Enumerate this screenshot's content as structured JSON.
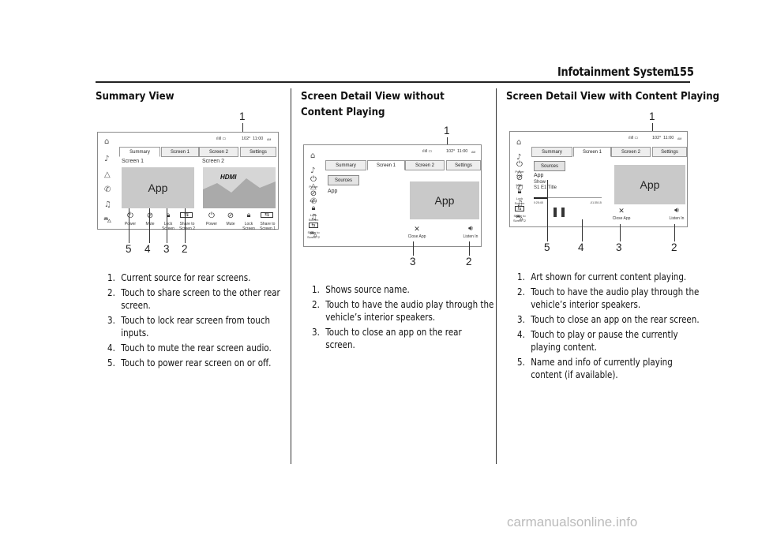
{
  "header": {
    "title": "Infotainment System",
    "page": "155"
  },
  "shared": {
    "temp": "102°",
    "time": "11:00",
    "ampm": "AM",
    "app_label": "App",
    "tab_summary": "Summary",
    "tab_screen1": "Screen 1",
    "tab_screen2": "Screen 2",
    "tab_settings": "Settings",
    "sources": "Sources",
    "close_app": "Close App",
    "listen_in": "Listen In"
  },
  "col1": {
    "title": "Summary View",
    "fig": {
      "screen1_label": "Screen 1",
      "screen2_label": "Screen 2",
      "hdmi": "HDMI",
      "ctrl_power": "Power",
      "ctrl_mute": "Mute",
      "ctrl_lock": "Lock Screen",
      "ctrl_share2": "Share to Screen 2",
      "ctrl_share1": "Share to Screen 1",
      "callout_top": "1",
      "callouts": [
        "5",
        "4",
        "3",
        "2"
      ]
    },
    "items": [
      {
        "n": "1.",
        "text": "Current source for rear screens."
      },
      {
        "n": "2.",
        "text": "Touch to share screen to the other rear screen."
      },
      {
        "n": "3.",
        "text": "Touch to lock rear screen from touch inputs."
      },
      {
        "n": "4.",
        "text": "Touch to mute the rear screen audio."
      },
      {
        "n": "5.",
        "text": "Touch to power rear screen on or off."
      }
    ]
  },
  "col2": {
    "title": "Screen Detail View without Content Playing",
    "fig": {
      "side_power": "Power",
      "side_mute": "Mute",
      "side_lock": "Lock Screen",
      "side_share": "Share to Screen 2",
      "callout_top": "1",
      "callouts": [
        "3",
        "2"
      ]
    },
    "items": [
      {
        "n": "1.",
        "text": "Shows source name."
      },
      {
        "n": "2.",
        "text": "Touch to have the audio play through the vehicle’s interior speakers."
      },
      {
        "n": "3.",
        "text": "Touch to close an app on the rear screen."
      }
    ]
  },
  "col3": {
    "title": "Screen Detail View with Content Playing",
    "fig": {
      "show": "Show",
      "episode": "S1 E1 Title",
      "elapsed": "0:25:45",
      "remaining": "-01:35:15",
      "side_power": "Power",
      "side_mute": "Mute",
      "side_lock": "Lock Screen",
      "side_share": "Share to Screen 2",
      "callout_top": "1",
      "callouts": [
        "5",
        "4",
        "3",
        "2"
      ]
    },
    "items": [
      {
        "n": "1.",
        "text": "Art shown for current content playing."
      },
      {
        "n": "2.",
        "text": "Touch to have the audio play through the vehicle’s interior speakers."
      },
      {
        "n": "3.",
        "text": "Touch to close an app on the rear screen."
      },
      {
        "n": "4.",
        "text": "Touch to play or pause the currently playing content."
      },
      {
        "n": "5.",
        "text": "Name and info of currently playing content (if available)."
      }
    ]
  },
  "watermark": "carmanualsonline.info"
}
